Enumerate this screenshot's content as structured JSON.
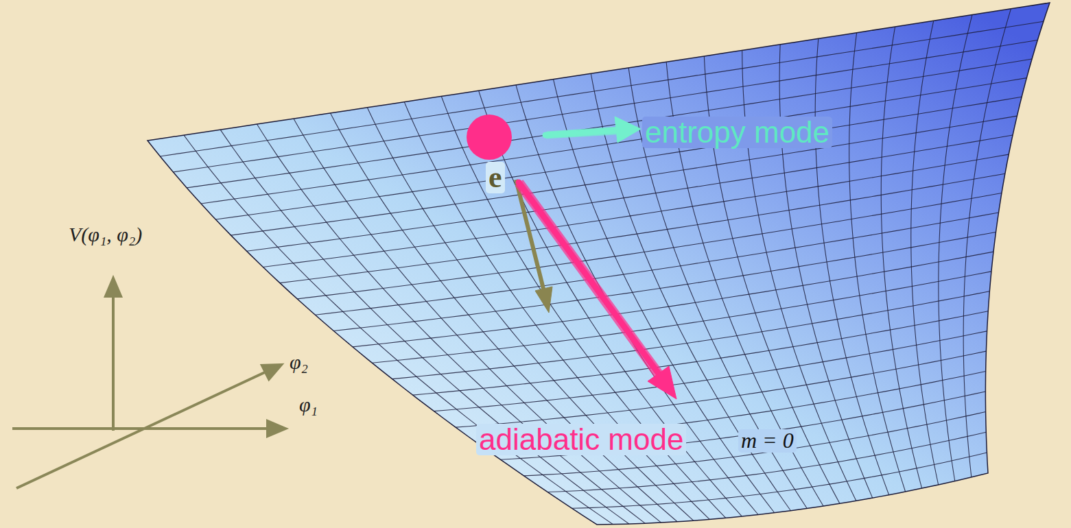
{
  "diagram": {
    "labels": [
      "entropy mode",
      "e",
      "V(φ₁, φ₂)",
      "φ₂",
      "φ₁",
      "adiabatic mode",
      "m = 0"
    ]
  }
}
